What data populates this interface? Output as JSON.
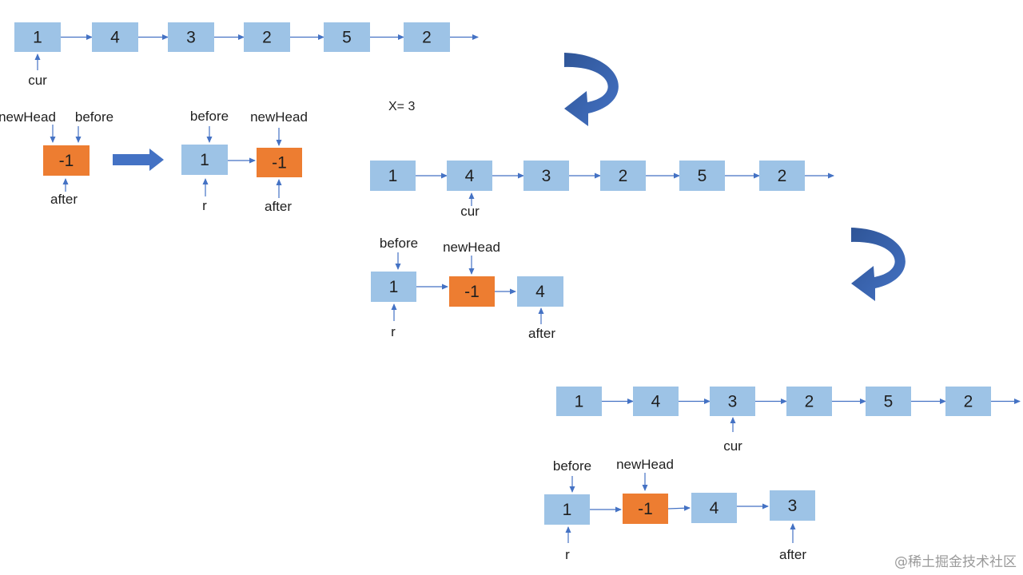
{
  "colors": {
    "node_fill": "#9dc3e6",
    "new_node_fill": "#ed7d31",
    "edge": "#4472c4",
    "big_arrow": "#4472c4",
    "text": "#1f1f1f",
    "watermark": "#9a9a9a"
  },
  "note": "X= 3",
  "watermark": "@稀土掘金技术社区",
  "steps": [
    {
      "list": [
        "1",
        "4",
        "3",
        "2",
        "5",
        "2"
      ],
      "cur_label": "cur",
      "before": {
        "nodes": [
          "-1"
        ],
        "labels": [
          "newHead",
          "before",
          "after"
        ]
      },
      "after": {
        "nodes": [
          "1",
          "-1"
        ],
        "labels": [
          "before",
          "newHead",
          "r",
          "after"
        ]
      }
    },
    {
      "list": [
        "1",
        "4",
        "3",
        "2",
        "5",
        "2"
      ],
      "cur_label": "cur",
      "result": {
        "nodes": [
          "1",
          "-1",
          "4"
        ],
        "labels": [
          "before",
          "newHead",
          "r",
          "after"
        ]
      }
    },
    {
      "list": [
        "1",
        "4",
        "3",
        "2",
        "5",
        "2"
      ],
      "cur_label": "cur",
      "result": {
        "nodes": [
          "1",
          "-1",
          "4",
          "3"
        ],
        "labels": [
          "before",
          "newHead",
          "r",
          "after"
        ]
      }
    }
  ]
}
